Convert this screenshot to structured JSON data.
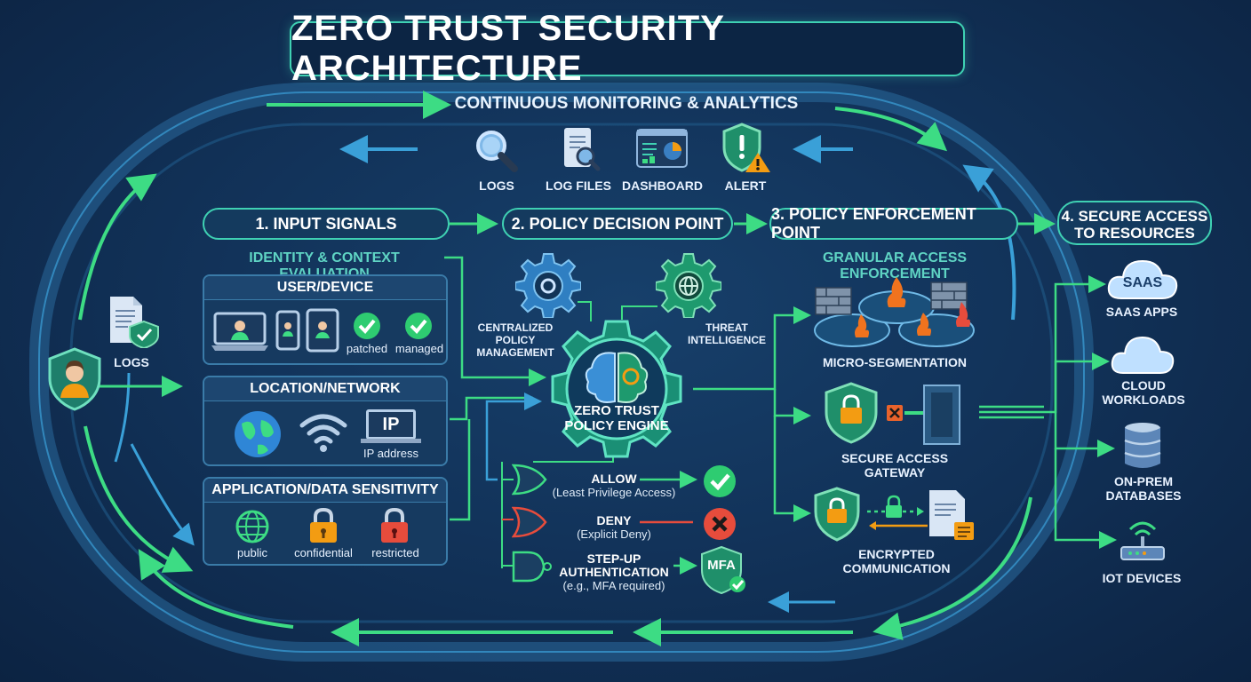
{
  "title": "ZERO TRUST SECURITY ARCHITECTURE",
  "monitoring": {
    "title": "CONTINUOUS MONITORING & ANALYTICS",
    "items": [
      {
        "label": "LOGS",
        "icon": "magnifier-icon"
      },
      {
        "label": "LOG FILES",
        "icon": "document-search-icon"
      },
      {
        "label": "DASHBOARD",
        "icon": "dashboard-icon"
      },
      {
        "label": "ALERT",
        "icon": "shield-alert-icon"
      }
    ]
  },
  "left_side": {
    "logs_label": "LOGS"
  },
  "steps": {
    "s1": "1. INPUT SIGNALS",
    "s2": "2. POLICY DECISION POINT",
    "s3": "3. POLICY ENFORCEMENT POINT",
    "s4_line1": "4. SECURE ACCESS",
    "s4_line2": "TO RESOURCES"
  },
  "inputs": {
    "heading": "IDENTITY & CONTEXT EVALUATION",
    "user_device": {
      "title": "USER/DEVICE",
      "patched": "patched",
      "managed": "managed"
    },
    "location": {
      "title": "LOCATION/NETWORK",
      "ip_badge": "IP",
      "ip_label": "IP address"
    },
    "app_data": {
      "title": "APPLICATION/DATA SENSITIVITY",
      "public": "public",
      "confidential": "confidential",
      "restricted": "restricted"
    }
  },
  "decision": {
    "centralized_l1": "CENTRALIZED",
    "centralized_l2": "POLICY",
    "centralized_l3": "MANAGEMENT",
    "threat_l1": "THREAT",
    "threat_l2": "INTELLIGENCE",
    "engine_l1": "ZERO TRUST",
    "engine_l2": "POLICY ENGINE",
    "allow": "ALLOW",
    "allow_sub": "(Least Privilege Access)",
    "deny": "DENY",
    "deny_sub": "(Explicit Deny)",
    "stepup_l1": "STEP-UP",
    "stepup_l2": "AUTHENTICATION",
    "stepup_sub": "(e.g., MFA required)",
    "mfa": "MFA"
  },
  "enforcement": {
    "heading": "GRANULAR ACCESS ENFORCEMENT",
    "micro": "MICRO-SEGMENTATION",
    "gateway": "SECURE ACCESS GATEWAY",
    "enc_l1": "ENCRYPTED",
    "enc_l2": "COMMUNICATION"
  },
  "resources": {
    "saas_badge": "SAAS",
    "saas": "SAAS APPS",
    "cloud_l1": "CLOUD",
    "cloud_l2": "WORKLOADS",
    "onprem_l1": "ON-PREM",
    "onprem_l2": "DATABASES",
    "iot": "IOT DEVICES"
  },
  "colors": {
    "accent_teal": "#3fd1b3",
    "arrow_green": "#3ddc84",
    "allow": "#2ecc71",
    "deny": "#e74c3c",
    "warn": "#f39c12",
    "bg": "#0f2747"
  }
}
